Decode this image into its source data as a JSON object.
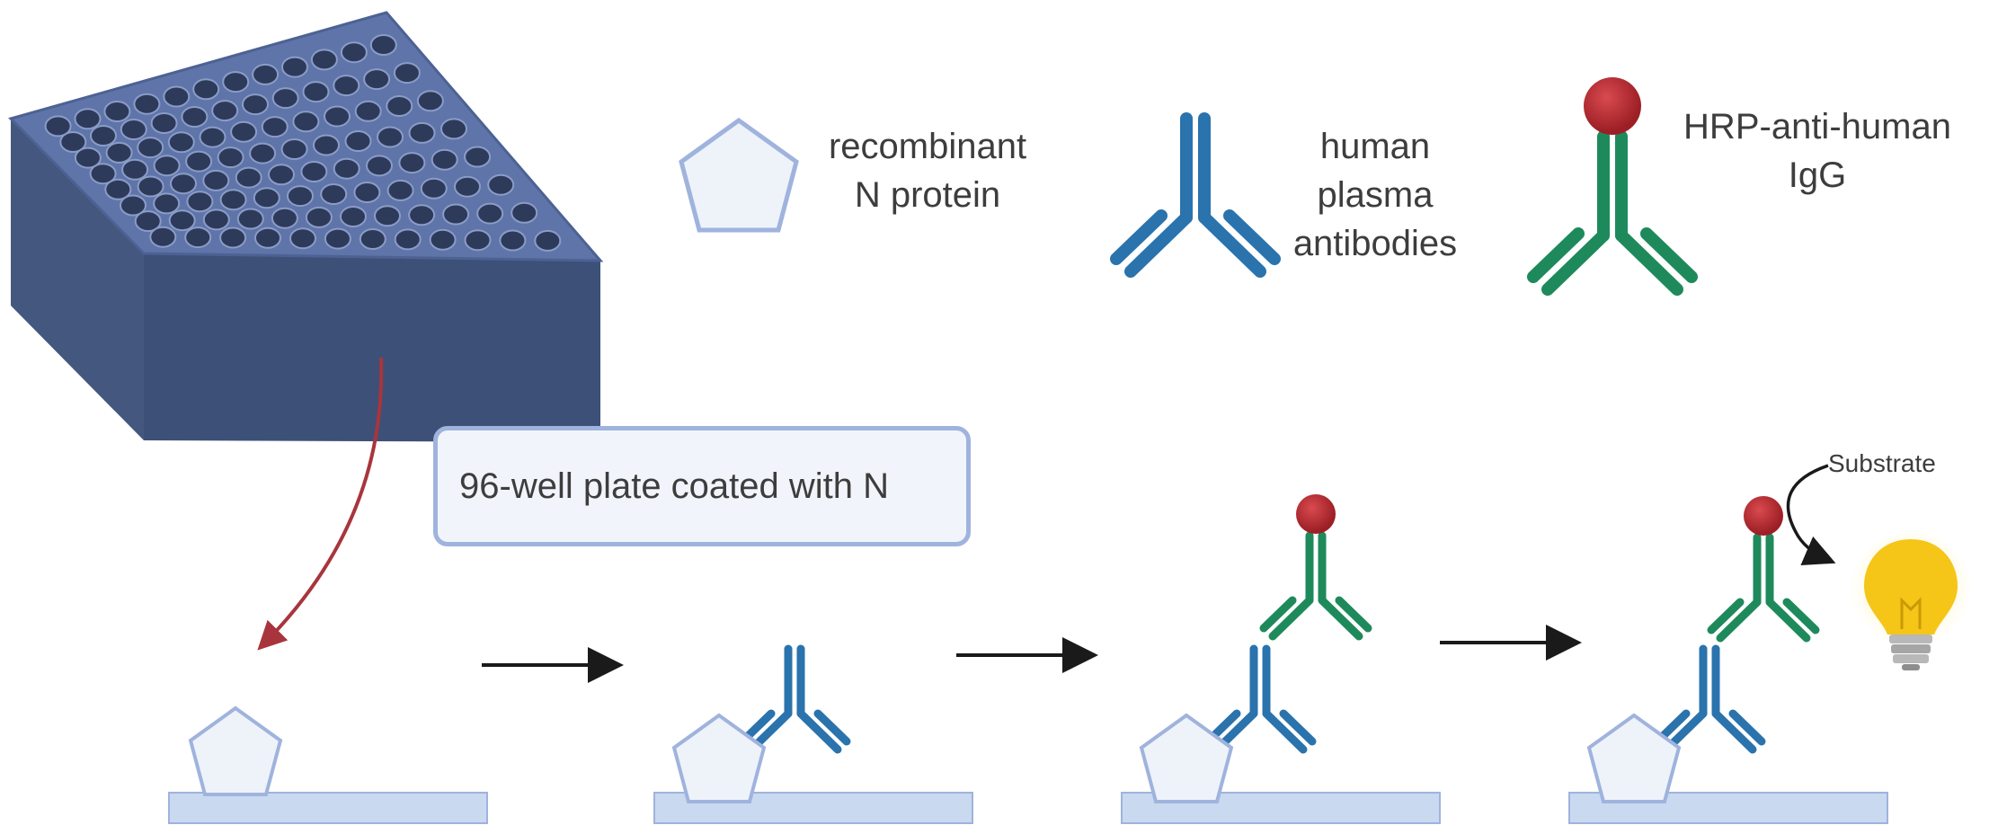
{
  "legend": {
    "n_protein": [
      "recombinant",
      "N protein"
    ],
    "plasma_antibodies": [
      "human",
      "plasma",
      "antibodies"
    ],
    "hrp_antibody": [
      "HRP-anti-human",
      "IgG"
    ]
  },
  "coat_label": "96-well plate coated with N",
  "substrate_label": "Substrate",
  "colors": {
    "plate": "#5a6fa3",
    "antigen_fill": "#eef3fa",
    "antigen_stroke": "#9fb3dd",
    "human_antibody": "#2a73ad",
    "hrp_antibody": "#1e8a5c",
    "hrp_enzyme": "#b0262b",
    "surface": "#c9d9f0",
    "pointer_arrow": "#a8353d",
    "flow_arrow": "#1a1a1a",
    "bulb": "#f5c518"
  },
  "steps": [
    "coat",
    "bind-plasma-antibody",
    "bind-hrp-antibody",
    "substrate-signal"
  ]
}
